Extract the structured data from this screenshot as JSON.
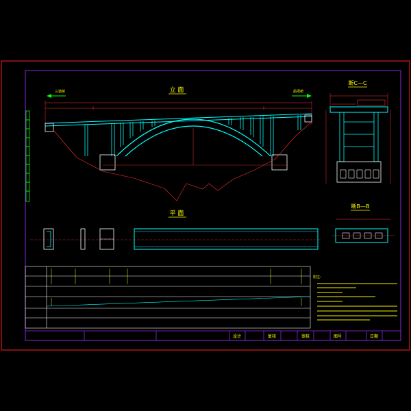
{
  "colors": {
    "background": "#000000",
    "outer_border": "#ff2020",
    "frame": "#8a2be2",
    "structure": "#00ffff",
    "dimension": "#ff3030",
    "text": "#ffff00",
    "white": "#ffffff",
    "green": "#00ff00"
  },
  "views": {
    "elevation_title": "立 面",
    "plan_title": "平 面",
    "section_cc_title": "断C—C",
    "section_bb_title": "断B—B",
    "left_direction": "三道桥",
    "right_direction": "后坝桥"
  },
  "title_block": {
    "design": "设计",
    "review": "复核",
    "approve": "审核",
    "drawing_no": "图号",
    "date": "日期"
  },
  "notes_heading": "附注:"
}
